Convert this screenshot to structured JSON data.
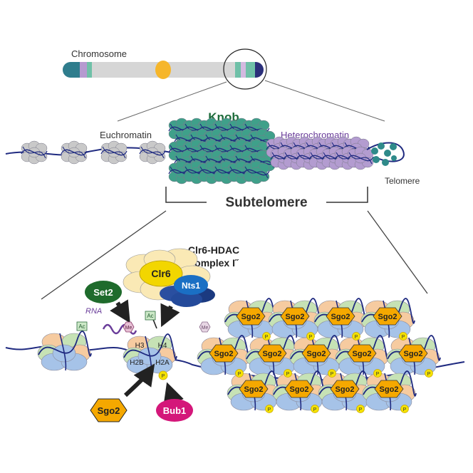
{
  "labels": {
    "chromosome": "Chromosome",
    "knob": "Knob",
    "euchromatin": "Euchromatin",
    "heterochromatin": "Heterochromatin",
    "telomere": "Telomere",
    "subtelomere": "Subtelomere",
    "complex_line1": "Clr6-HDAC",
    "complex_line2": "complex I˝",
    "rna": "RNA"
  },
  "proteins": {
    "clr6": "Clr6",
    "nts1": "Nts1",
    "set2": "Set2",
    "sgo2": "Sgo2",
    "bub1": "Bub1"
  },
  "histones": {
    "h3": "H3",
    "h4": "H4",
    "h2b": "H2B",
    "h2a": "H2A"
  },
  "marks": {
    "acetyl": "Ac",
    "methyl": "Me",
    "phospho": "P"
  },
  "colors": {
    "knob": "#3fa08a",
    "knob_label": "#1d6b3a",
    "heterochromatin": "#b39cd0",
    "heterochromatin_label": "#6a3d9a",
    "euchromatin": "#c9c9c9",
    "dna": "#1f2a80",
    "set2": "#1f6b2c",
    "nts1": "#1a6fc4",
    "clr6": "#f2d600",
    "sgo2": "#f5a800",
    "bub1": "#d4177a",
    "nucleosome_blue": "#a6c3e8",
    "nucleosome_green": "#c6e2b5",
    "nucleosome_orange": "#f6cba0",
    "phospho": "#f5e200"
  }
}
